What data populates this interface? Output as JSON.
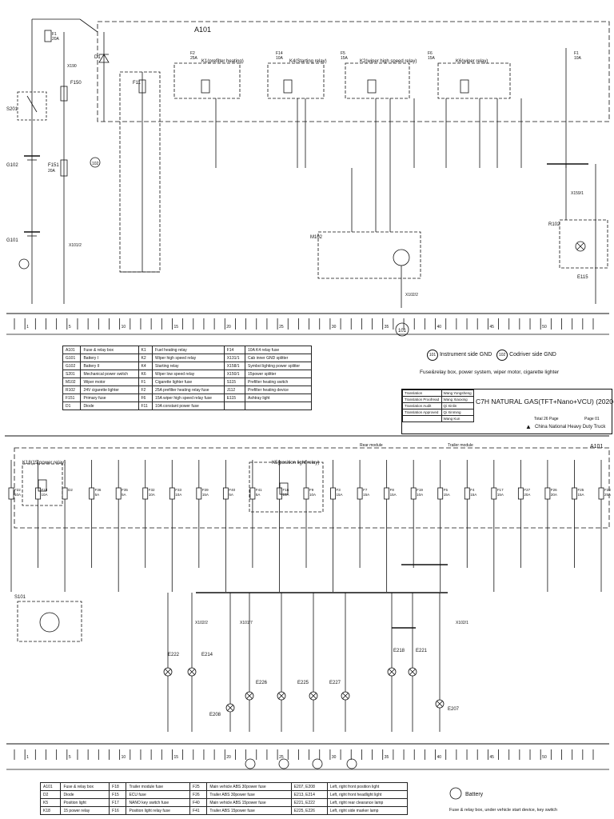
{
  "upper": {
    "box_label": "A101",
    "relays": [
      "K1(prefilter heating)",
      "K4(Starting relay)",
      "K2(wiper high speed relay)",
      "K6(wiper relay)"
    ],
    "fuses_top": [
      {
        "name": "F1",
        "rating": "20A"
      },
      {
        "name": "F2",
        "rating": "25A"
      },
      {
        "name": "F14",
        "rating": "10A"
      },
      {
        "name": "F5",
        "rating": "15A"
      },
      {
        "name": "F6",
        "rating": "15A"
      },
      {
        "name": "F1",
        "rating": "10A"
      }
    ],
    "left_parts": [
      "S201",
      "G102",
      "F151",
      "G101",
      "D1",
      "F150",
      "F11",
      "M102",
      "R102",
      "E115"
    ],
    "f151_rating": "20A",
    "nodes": [
      "X190",
      "X101/2",
      "X102/2",
      "X159/1",
      "101",
      "102"
    ],
    "ruler_numbers": [
      "1",
      "5",
      "10",
      "15",
      "20",
      "25",
      "30",
      "35",
      "40",
      "45",
      "50"
    ],
    "gnd_notes": [
      {
        "num": "101",
        "text": "Instrument side GND"
      },
      {
        "num": "102",
        "text": "Codriver side GND"
      }
    ],
    "subtitle": "Fuse&relay box, power system, wiper motor, cigarette lighter",
    "legend": [
      [
        "A101",
        "Fuse & relay box",
        "K1",
        "Fuel heating relay",
        "F14",
        "10A K4 relay fuse"
      ],
      [
        "G101",
        "Battery I",
        "K2",
        "Wiper high speed relay",
        "X131/1",
        "Cab inner GND splitter"
      ],
      [
        "G102",
        "Battery II",
        "K4",
        "Starting relay",
        "X158/1",
        "Symbol lighting power splitter"
      ],
      [
        "S201",
        "Mechanical power switch",
        "K6",
        "Wiper low speed relay",
        "X150/1",
        "15power splitter"
      ],
      [
        "M102",
        "Wiper motor",
        "F1",
        "Cigarette lighter fuse",
        "S115",
        "Prefilter heating switch"
      ],
      [
        "R102",
        "24V cigarette lighter",
        "F2",
        "25A prefilter heating relay fuse",
        "J112",
        "Prefilter heating device"
      ],
      [
        "F151",
        "Primary fuse",
        "F6",
        "15A wiper high speed relay fuse",
        "E115",
        "Ashtray light"
      ],
      [
        "D1",
        "Diode",
        "F11",
        "10A constant power fuse",
        "",
        ""
      ]
    ],
    "title_block": {
      "rows": [
        [
          "Translation",
          "Wang Yongsheng"
        ],
        [
          "Translation Proofread",
          "Wang Xiaoxing"
        ],
        [
          "Translation Audit",
          "Qi Xinlin"
        ],
        [
          "Translation Approved",
          "Qi Xinming"
        ],
        [
          "",
          "Wang Kun"
        ]
      ],
      "title": "C7H NATURAL GAS(TFT+Nano+VCU) (2020-01)",
      "total": "Total 26 Page",
      "page": "Page 01",
      "company": "China National Heavy Duty Truck"
    }
  },
  "lower": {
    "top_labels": {
      "left": "Rear module",
      "right": "Trailer module",
      "box": "A101"
    },
    "relays": [
      "K18(15 power relay)",
      "K5(position light relay)"
    ],
    "fuses": [
      {
        "name": "F22",
        "rating": "10A"
      },
      {
        "name": "F18",
        "rating": "10A"
      },
      {
        "name": "D2",
        "rating": ""
      },
      {
        "name": "F36",
        "rating": "5A"
      },
      {
        "name": "F35",
        "rating": "5A"
      },
      {
        "name": "F32",
        "rating": "10A"
      },
      {
        "name": "F33",
        "rating": "10A"
      },
      {
        "name": "F39",
        "rating": "15A"
      },
      {
        "name": "F40",
        "rating": "5A"
      },
      {
        "name": "F41",
        "rating": "5A"
      },
      {
        "name": "F16",
        "rating": "10A"
      },
      {
        "name": "F9",
        "rating": "10A"
      },
      {
        "name": "F3",
        "rating": "15A"
      },
      {
        "name": "F7",
        "rating": "15A"
      },
      {
        "name": "F8",
        "rating": "15A"
      },
      {
        "name": "F19",
        "rating": "10A"
      },
      {
        "name": "F5",
        "rating": "15A"
      },
      {
        "name": "F4",
        "rating": "15A"
      },
      {
        "name": "F17",
        "rating": "15A"
      },
      {
        "name": "F27",
        "rating": "20A"
      },
      {
        "name": "F26",
        "rating": "20A"
      },
      {
        "name": "F25",
        "rating": "15A"
      },
      {
        "name": "F28",
        "rating": "25A"
      }
    ],
    "parts": [
      "S101",
      "E222",
      "E214",
      "E226",
      "E225",
      "E227",
      "E218",
      "E221",
      "E207",
      "E208"
    ],
    "nodes": [
      "X102/2",
      "X101/7",
      "X102/1"
    ],
    "ruler_numbers": [
      "1",
      "5",
      "10",
      "15",
      "20",
      "25",
      "30",
      "35",
      "40",
      "45",
      "50"
    ],
    "battery_label": "Battery",
    "subtitle": "Fuse & relay box, under vehicle start device, key switch",
    "legend": [
      [
        "A101",
        "Fuse & relay box",
        "F18",
        "Trailer module fuse",
        "F25",
        "Main vehicle ABS 30power fuse",
        "E207, E208",
        "Left, right front position light"
      ],
      [
        "D2",
        "Diode",
        "F15",
        "ECU fuse",
        "F26",
        "Trailer ABS 30power fuse",
        "E213, E214",
        "Left, right front headlight light"
      ],
      [
        "K5",
        "Position light",
        "F17",
        "NANO key switch fuse",
        "F40",
        "Main vehicle ABS 15power fuse",
        "E221, E222",
        "Left, right rear clearance lamp"
      ],
      [
        "K18",
        "15 power relay",
        "F16",
        "Position light relay fuse",
        "F41",
        "Trailer ABS 15power fuse",
        "E225, E226",
        "Left, right side marker lamp"
      ]
    ]
  }
}
